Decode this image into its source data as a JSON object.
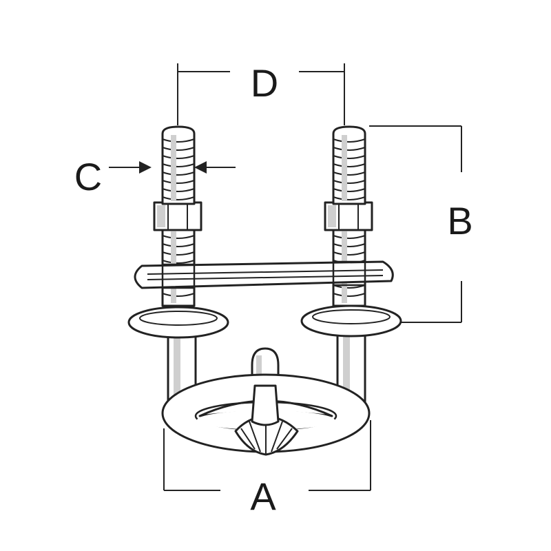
{
  "labels": {
    "a": "A",
    "b": "B",
    "c": "C",
    "d": "D"
  },
  "colors": {
    "line": "#222222",
    "shade": "#cfcfcf",
    "background": "#ffffff"
  }
}
